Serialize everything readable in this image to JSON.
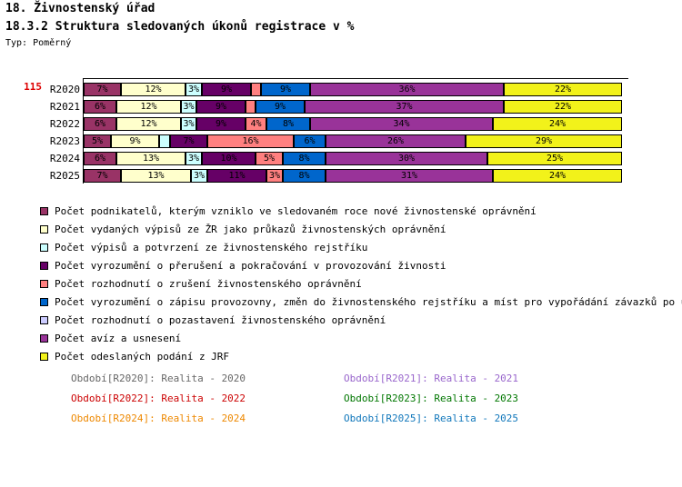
{
  "header": {
    "title": "18. Živnostenský úřad",
    "subtitle": "18.3.2 Struktura sledovaných úkonů registrace v %",
    "type_label": "Typ: Poměrný"
  },
  "chart_area": {
    "row_number": "115"
  },
  "series_colors": {
    "nova_opravneni": "#993366",
    "vypisy_zr": "#ffffcc",
    "vypisy_potvrzeni": "#ccffff",
    "prerus_pokrac": "#660066",
    "zruseni": "#ff8080",
    "zapis_provozovny": "#0066cc",
    "pozastaveni": "#ccccff",
    "aviza_usneseni": "#993399",
    "odeslana_podani": "#f2f21a"
  },
  "legend": {
    "items": [
      {
        "color_key": "novia",
        "color": "#993366",
        "label": "Počet podnikatelů, kterým vzniklo ve sledovaném roce nové živnostenské oprávnění"
      },
      {
        "color_key": "vypisy_zr",
        "color": "#ffffcc",
        "label": "Počet vydaných výpisů ze ŽR jako průkazů živnostenských oprávnění"
      },
      {
        "color_key": "vypisy_potvrzeni",
        "color": "#ccffff",
        "label": "Počet výpisů a potvrzení ze živnostenského rejstříku"
      },
      {
        "color_key": "prerus_pokrac",
        "color": "#660066",
        "label": "Počet vyrozumění o přerušení a pokračování v provozování živnosti"
      },
      {
        "color_key": "zruseni",
        "color": "#ff8080",
        "label": "Počet rozhodnutí o zrušení živnostenského oprávnění"
      },
      {
        "color_key": "zapis_provozovny",
        "color": "#0066cc",
        "label": "Počet vyrozumění o zápisu provozovny, změn do živnostenského rejstříku a míst pro vypořádání závazků po ukončení pr"
      },
      {
        "color_key": "pozastaveni",
        "color": "#ccccff",
        "label": "Počet rozhodnutí o pozastavení živnostenského oprávnění"
      },
      {
        "color_key": "aviza_usneseni",
        "color": "#993399",
        "label": "Počet avíz a usnesení"
      },
      {
        "color_key": "odeslana_podani",
        "color": "#f2f21a",
        "label": "Počet odeslaných podání z JRF"
      }
    ]
  },
  "periods": [
    {
      "label": "Období[R2020]: Realita - 2020",
      "color": "#666666",
      "col": 0,
      "row": 0
    },
    {
      "label": "Období[R2021]: Realita - 2021",
      "color": "#9966cc",
      "col": 1,
      "row": 0
    },
    {
      "label": "Období[R2022]: Realita - 2022",
      "color": "#cc0000",
      "col": 0,
      "row": 1
    },
    {
      "label": "Období[R2023]: Realita - 2023",
      "color": "#007700",
      "col": 1,
      "row": 1
    },
    {
      "label": "Období[R2024]: Realita - 2024",
      "color": "#ee8800",
      "col": 0,
      "row": 2
    },
    {
      "label": "Období[R2025]: Realita - 2025",
      "color": "#1177bb",
      "col": 1,
      "row": 2
    }
  ],
  "chart_data": {
    "type": "bar",
    "orientation": "horizontal",
    "stacked": true,
    "normalized_percent": true,
    "title": "18.3.2 Struktura sledovaných úkonů registrace v %",
    "xlabel": "",
    "ylabel": "",
    "xlim": [
      0,
      100
    ],
    "grid": false,
    "legend_position": "below",
    "categories": [
      "R2020",
      "R2021",
      "R2022",
      "R2023",
      "R2024",
      "R2025"
    ],
    "series": [
      {
        "name": "Počet podnikatelů, kterým vzniklo ve sledovaném roce nové živnostenské oprávnění",
        "color": "#993366",
        "values": [
          7,
          6,
          6,
          5,
          6,
          7
        ]
      },
      {
        "name": "Počet vydaných výpisů ze ŽR jako průkazů živnostenských oprávnění",
        "color": "#ffffcc",
        "values": [
          12,
          12,
          12,
          9,
          13,
          13
        ]
      },
      {
        "name": "Počet výpisů a potvrzení ze živnostenského rejstříku",
        "color": "#ccffff",
        "values": [
          3,
          3,
          3,
          2,
          3,
          3
        ]
      },
      {
        "name": "Počet vyrozumění o přerušení a pokračování v provozování živnosti",
        "color": "#660066",
        "values": [
          9,
          9,
          9,
          7,
          10,
          11
        ]
      },
      {
        "name": "Počet rozhodnutí o zrušení živnostenského oprávnění",
        "color": "#ff8080",
        "values": [
          2,
          2,
          4,
          16,
          5,
          3
        ]
      },
      {
        "name": "Počet vyrozumění o zápisu provozovny, změn do živnostenského rejstříku a míst pro vypořádání závazků po ukončení pr",
        "color": "#0066cc",
        "values": [
          9,
          9,
          8,
          6,
          8,
          8
        ]
      },
      {
        "name": "Počet rozhodnutí o pozastavení živnostenského oprávnění",
        "color": "#ccccff",
        "values": [
          0,
          0,
          0,
          0,
          0,
          0
        ]
      },
      {
        "name": "Počet avíz a usnesení",
        "color": "#993399",
        "values": [
          36,
          37,
          34,
          26,
          30,
          31
        ]
      },
      {
        "name": "Počet odeslaných podání z JRF",
        "color": "#f2f21a",
        "values": [
          22,
          22,
          24,
          29,
          25,
          24
        ]
      }
    ],
    "value_labels_suffix": "%"
  }
}
